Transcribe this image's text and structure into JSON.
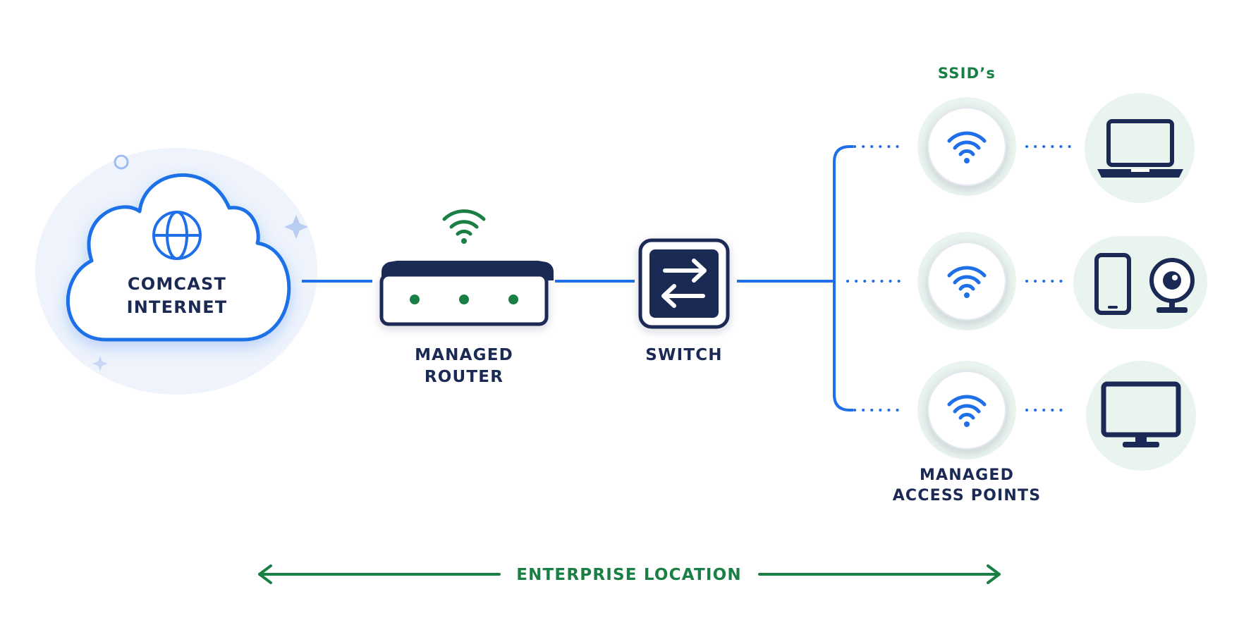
{
  "labels": {
    "cloud_line1": "COMCAST",
    "cloud_line2": "INTERNET",
    "router_line1": "MANAGED",
    "router_line2": "ROUTER",
    "switch": "SWITCH",
    "ssids": "SSID’s",
    "ap_line1": "MANAGED",
    "ap_line2": "ACCESS POINTS",
    "location": "ENTERPRISE LOCATION"
  },
  "icons": {
    "cloud": "globe-icon",
    "router_signal": "wifi-icon",
    "switch": "arrows-exchange-icon",
    "access_point": "wifi-icon",
    "device_1": "laptop-icon",
    "device_2a": "smartphone-icon",
    "device_2b": "webcam-icon",
    "device_3": "monitor-icon"
  },
  "colors": {
    "blue": "#1f6fe8",
    "navy": "#1b2a55",
    "green": "#1a7f45",
    "pale_green": "#eaf4ee",
    "pale_blue": "#eef3fc"
  }
}
